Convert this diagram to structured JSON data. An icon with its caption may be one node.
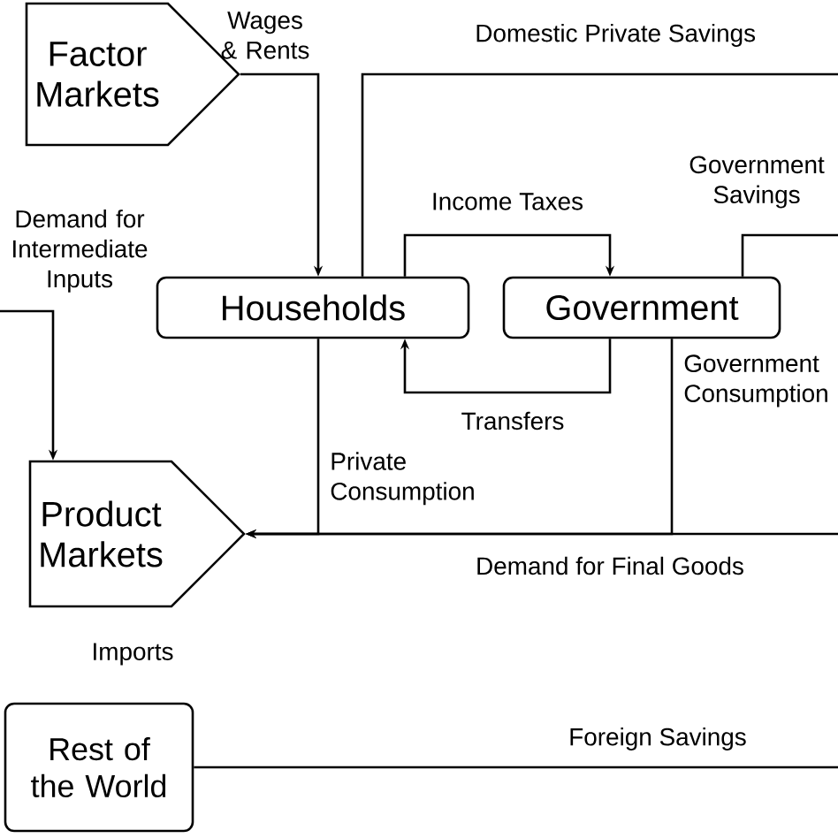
{
  "diagram": {
    "nodes": [
      {
        "text": [
          "Factor Markets"
        ]
      },
      {
        "text": [
          "Households"
        ]
      },
      {
        "text": [
          "Government"
        ]
      },
      {
        "text": [
          "Product Markets"
        ]
      },
      {
        "text": [
          "Rest of the World"
        ]
      }
    ],
    "edges": [
      {
        "from": 0,
        "to": 1,
        "arrow": "to",
        "label": "Wages & Rents"
      },
      {
        "from": 1,
        "to": null,
        "arrow": "none",
        "label": "Domestic Private Savings"
      },
      {
        "from": 1,
        "to": 2,
        "arrow": "to",
        "label": "Income Taxes"
      },
      {
        "from": 2,
        "to": null,
        "arrow": "none",
        "label": "Government Savings"
      },
      {
        "from": 2,
        "to": 1,
        "arrow": "to",
        "label": "Transfers"
      },
      {
        "from": 1,
        "to": 3,
        "arrow": "to",
        "label": "Private Consumption"
      },
      {
        "from": 2,
        "to": 3,
        "arrow": "to",
        "label": "Government Consumption"
      },
      {
        "from": null,
        "to": 3,
        "arrow": "to",
        "label": "Demand for Final Goods"
      },
      {
        "from": null,
        "to": 3,
        "arrow": "to",
        "label": "Demand for Intermediate Inputs"
      },
      {
        "from": 4,
        "to": null,
        "arrow": "none",
        "label": "Foreign Savings"
      }
    ],
    "labels": [
      "Imports"
    ]
  }
}
